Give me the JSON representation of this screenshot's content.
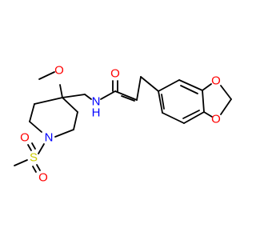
{
  "molecule": {
    "atoms": {
      "o_methoxy": "O",
      "n_amide": "N",
      "h_amide": "H",
      "o_carbonyl": "O",
      "o_dioxole_top": "O",
      "o_dioxole_bottom": "O",
      "n_piperidine": "N",
      "s_sulfonyl": "S",
      "o_sulfonyl_top": "O",
      "o_sulfonyl_bottom": "O"
    },
    "colors": {
      "bond": "#000000",
      "oxygen": "#ff0000",
      "nitrogen": "#0000ff",
      "sulfur": "#cccc00"
    }
  }
}
